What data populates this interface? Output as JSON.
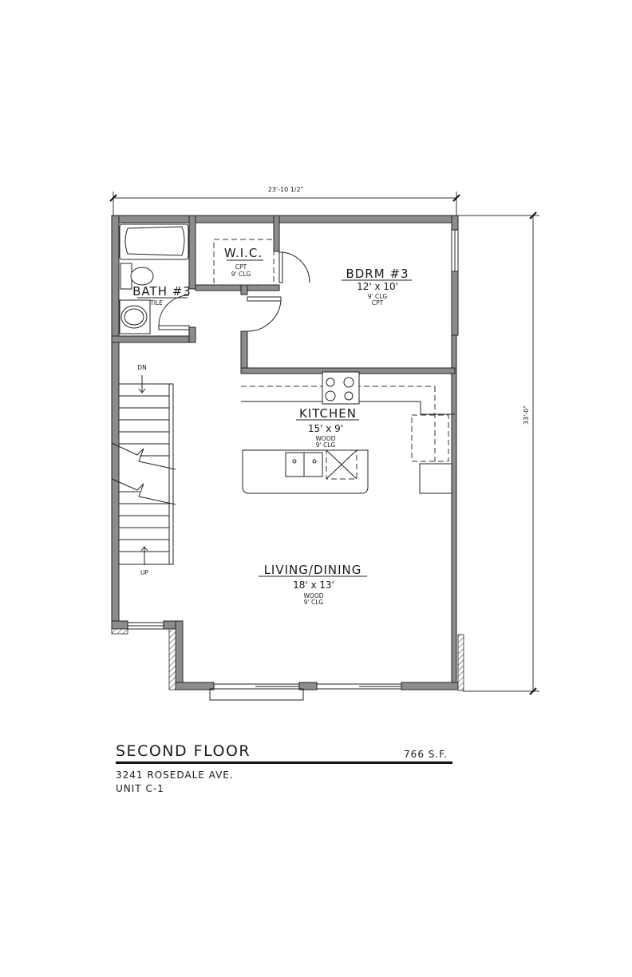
{
  "plan": {
    "dimensions": {
      "overall_width": "23'-10 1/2\"",
      "overall_depth": "33'-0\""
    },
    "rooms": [
      {
        "id": "bath3",
        "name": "BATH #3",
        "size": "",
        "notes": [
          "TILE"
        ]
      },
      {
        "id": "wic",
        "name": "W.I.C.",
        "size": "",
        "notes": [
          "CPT",
          "9' CLG"
        ]
      },
      {
        "id": "bdrm3",
        "name": "BDRM #3",
        "size": "12' x 10'",
        "notes": [
          "9' CLG",
          "CPT"
        ]
      },
      {
        "id": "kitchen",
        "name": "KITCHEN",
        "size": "15' x 9'",
        "notes": [
          "WOOD",
          "9' CLG"
        ]
      },
      {
        "id": "living",
        "name": "LIVING/DINING",
        "size": "18' x 13'",
        "notes": [
          "WOOD",
          "9' CLG"
        ]
      }
    ],
    "stairs": {
      "down_label": "DN",
      "up_label": "UP"
    }
  },
  "title_block": {
    "floor_name": "SECOND FLOOR",
    "area": "766 S.F.",
    "address": "3241 ROSEDALE AVE.",
    "unit": "UNIT C-1"
  },
  "colors": {
    "wall_fill": "#8c8c8c",
    "line": "#222222",
    "background": "#ffffff"
  }
}
